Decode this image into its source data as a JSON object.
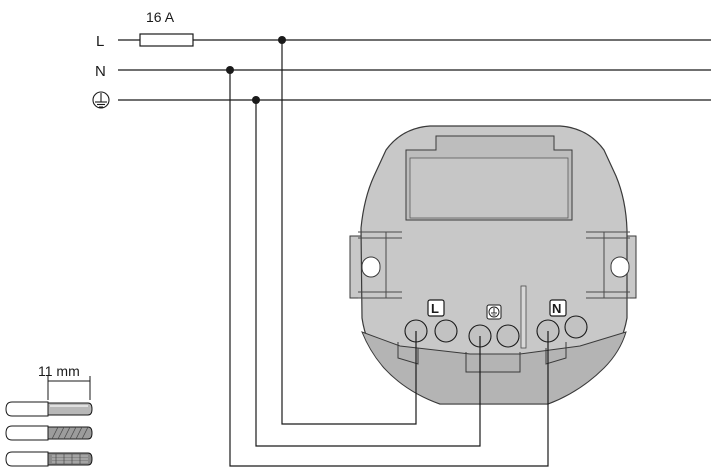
{
  "lines": {
    "L": "L",
    "N": "N",
    "PE": "earth-ground-icon"
  },
  "fuse": {
    "rating": "16 A"
  },
  "device": {
    "terminals": {
      "L": "L",
      "PE": "earth-ground-icon",
      "N": "N"
    }
  },
  "strip_length": {
    "label": "11 mm"
  },
  "colors": {
    "line": "#1a1a1a",
    "device_body": "#c8c8c8",
    "device_dark": "#a9a9a9",
    "device_light": "#dedede"
  }
}
